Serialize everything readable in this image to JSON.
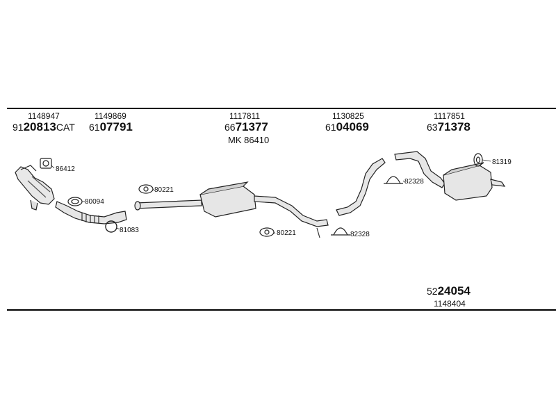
{
  "top_refs": [
    {
      "id": "ref-1",
      "oe": "1148947",
      "pre": "91",
      "big": "20813",
      "suf": "CAT"
    },
    {
      "id": "ref-2",
      "oe": "1149869",
      "pre": "61",
      "big": "07791",
      "suf": ""
    },
    {
      "id": "ref-3",
      "oe": "1117811",
      "pre": "66",
      "big": "71377",
      "suf": ""
    },
    {
      "id": "ref-4",
      "oe": "1130825",
      "pre": "61",
      "big": "04069",
      "suf": ""
    },
    {
      "id": "ref-5",
      "oe": "1117851",
      "pre": "63",
      "big": "71378",
      "suf": ""
    }
  ],
  "mk_label": "MK  86410",
  "bottom_ref": {
    "pre": "52",
    "big": "24054",
    "oe": "1148404"
  },
  "small_labels": {
    "l86412": "86412",
    "l80094": "80094",
    "l81083": "81083",
    "l80221a": "80221",
    "l80221b": "80221",
    "l82328a": "82328",
    "l82328b": "82328",
    "l81319": "81319"
  }
}
